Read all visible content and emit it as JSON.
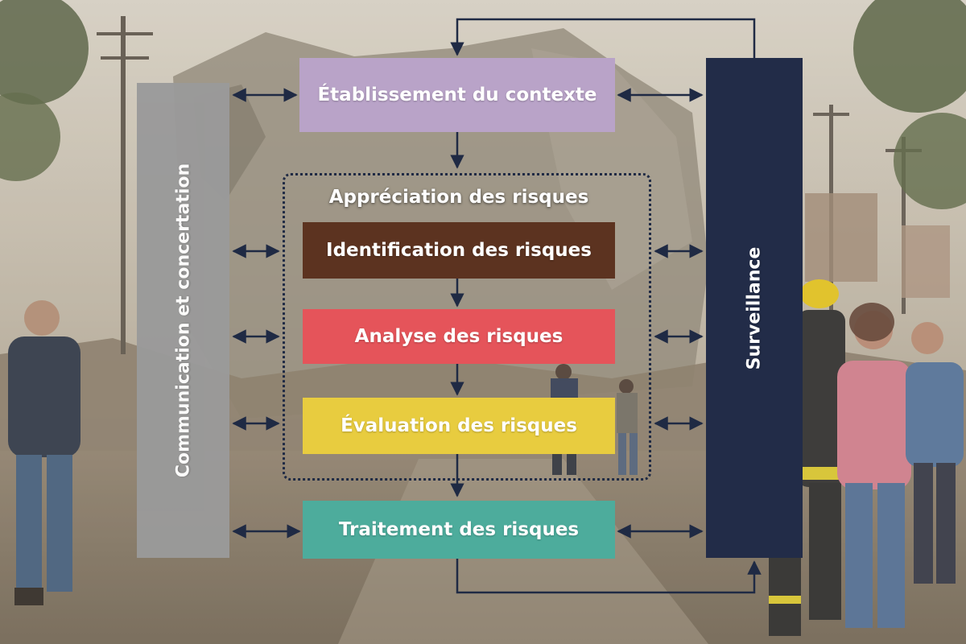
{
  "diagram": {
    "communication_label": "Communication et concertation",
    "surveillance_label": "Surveillance",
    "group_label": "Appréciation des risques",
    "steps": [
      {
        "label": "Établissement du contexte",
        "color": "#b9a3c8"
      },
      {
        "label": "Identification des risques",
        "color": "#5c3320"
      },
      {
        "label": "Analyse des risques",
        "color": "#e5545a"
      },
      {
        "label": "Évaluation des risques",
        "color": "#e8cc3f"
      },
      {
        "label": "Traitement des risques",
        "color": "#4dac9c"
      }
    ],
    "colors": {
      "communication": "#9a9a9a",
      "surveillance": "#222c48",
      "arrow": "#1f2a44"
    }
  }
}
